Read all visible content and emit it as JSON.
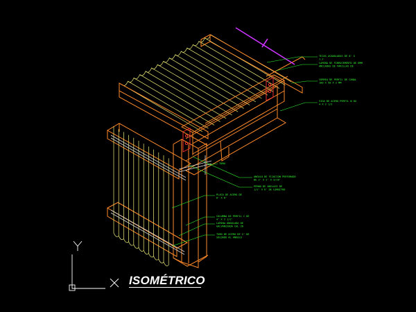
{
  "drawing": {
    "title": "ISOMÉTRICO",
    "ucs": {
      "y_label": "Y",
      "x_label": "X"
    },
    "colors": {
      "background": "#000000",
      "steel": "#ff8a2a",
      "sheet": "#f3f07a",
      "callout": "#33ff33",
      "highlight": "#cc33ff",
      "bolt": "#ff3333",
      "white": "#ffffff"
    },
    "callouts": [
      {
        "id": "c1",
        "line1": "TEJAS ACANALADAS DE 8' X",
        "line2": "1.2"
      },
      {
        "id": "c2",
        "line1": "LAMINA DE FIBROCEMENTO DE 6MM",
        "line2": "ANCLADAS DE VARILLAS DE"
      },
      {
        "id": "c3",
        "line1": "CORREA DE PERFIL DE CANAL",
        "line2": "100 X 50 X 2 MM"
      },
      {
        "id": "c4",
        "line1": "VIGA DE ACERO PERFIL W 8X",
        "line2": "4 X 2 1/2"
      },
      {
        "id": "c5",
        "line1": "TORN",
        "line2": ""
      },
      {
        "id": "c6",
        "line1": "ANGULO DE FIJACION PERFORADO",
        "line2": "DE 2' X 2' X 3/16'"
      },
      {
        "id": "c7",
        "line1": "PERNO DE ANCLAJE DE",
        "line2": "1/2' X 6' DE LONGITUD"
      },
      {
        "id": "c8",
        "line1": "PLACA DE ACERO DE",
        "line2": "8' X 8'"
      },
      {
        "id": "c9",
        "line1": "COLUMNA DE PERFIL C DE",
        "line2": "4' X 2 1/2'"
      },
      {
        "id": "c10",
        "line1": "LAMINA ONDULADA DE",
        "line2": "GALVANIZADA CAL 26"
      },
      {
        "id": "c11",
        "line1": "TUBO DE ACERO DE 2' DE",
        "line2": "SOLDADO AL ANGULO"
      }
    ]
  }
}
